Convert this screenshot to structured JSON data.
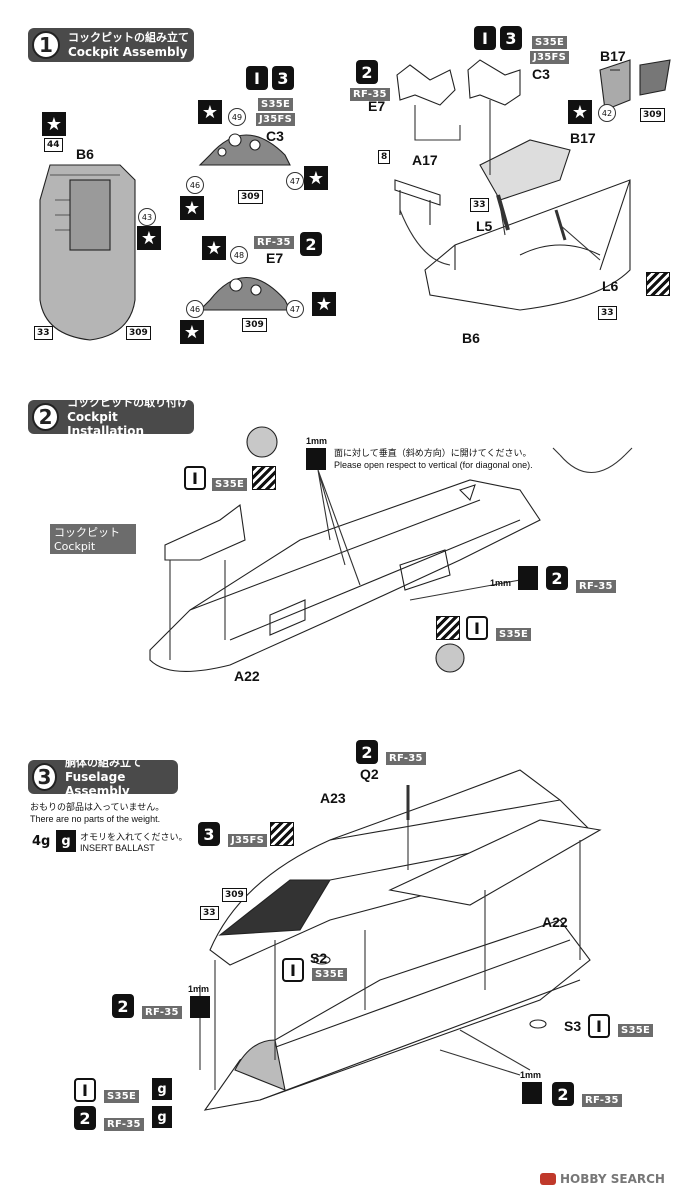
{
  "steps": [
    {
      "num": "1",
      "jp": "コックピットの組み立て",
      "en": "Cockpit Assembly"
    },
    {
      "num": "2",
      "jp": "コックピットの取り付け",
      "en": "Cockpit Installation"
    },
    {
      "num": "3",
      "jp": "胴体の組み立て",
      "en": "Fuselage Assembly"
    }
  ],
  "variants": {
    "s35e": "S35E",
    "j35fs": "J35FS",
    "rf35": "RF-35"
  },
  "parts": {
    "b6": "B6",
    "c3": "C3",
    "e7": "E7",
    "b17": "B17",
    "a17": "A17",
    "l5": "L5",
    "l6": "L6",
    "a22": "A22",
    "a23": "A23",
    "q2": "Q2",
    "s2": "S2",
    "s3": "S3"
  },
  "color_numbers": {
    "n44": "44",
    "n43": "43",
    "n33": "33",
    "n309": "309",
    "n49": "49",
    "n46": "46",
    "n47": "47",
    "n48": "48",
    "n42": "42",
    "n8": "8"
  },
  "step2": {
    "drill": "1mm",
    "note_jp": "面に対して垂直（斜め方向）に開けてください。",
    "note_en": "Please open respect to vertical (for diagonal one).",
    "cockpit_jp": "コックピット",
    "cockpit_en": "Cockpit"
  },
  "step3": {
    "no_parts_jp": "おもりの部品は入っていません。",
    "no_parts_en": "There are no parts of the weight.",
    "weight": "4g",
    "weight_icon": "g",
    "insert_jp": "オモリを入れてください。",
    "insert_en": "INSERT BALLAST"
  },
  "watermark": "HOBBY SEARCH"
}
